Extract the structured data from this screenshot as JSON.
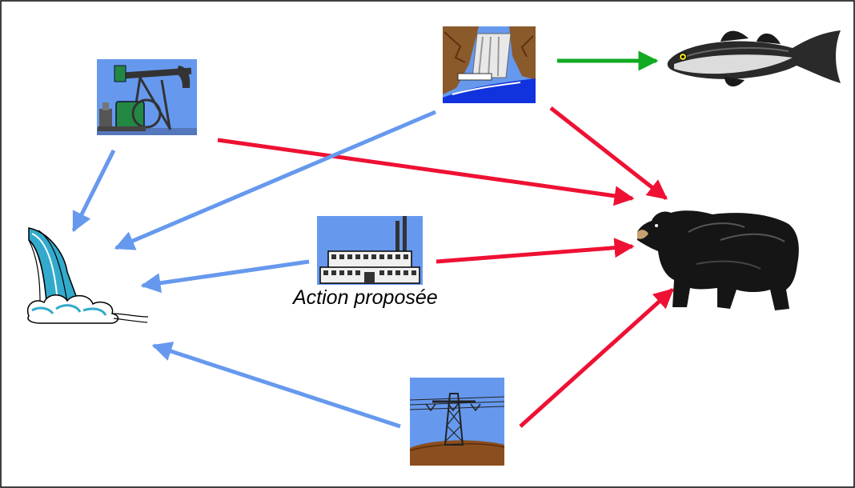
{
  "diagram": {
    "caption": "Action proposée",
    "nodes": [
      {
        "id": "oil-pump",
        "icon": "oil-pumpjack-icon"
      },
      {
        "id": "dam",
        "icon": "hydro-dam-icon"
      },
      {
        "id": "fish",
        "icon": "fish-icon"
      },
      {
        "id": "waterfall",
        "icon": "waterfall-icon"
      },
      {
        "id": "factory",
        "icon": "factory-icon"
      },
      {
        "id": "bear",
        "icon": "bear-icon"
      },
      {
        "id": "power-line",
        "icon": "transmission-tower-icon"
      }
    ],
    "edges": [
      {
        "from": "dam",
        "to": "fish",
        "color": "green"
      },
      {
        "from": "oil-pump",
        "to": "bear",
        "color": "red"
      },
      {
        "from": "dam",
        "to": "bear",
        "color": "red"
      },
      {
        "from": "factory",
        "to": "bear",
        "color": "red"
      },
      {
        "from": "power-line",
        "to": "bear",
        "color": "red"
      },
      {
        "from": "oil-pump",
        "to": "waterfall",
        "color": "blue"
      },
      {
        "from": "dam",
        "to": "waterfall",
        "color": "blue"
      },
      {
        "from": "factory",
        "to": "waterfall",
        "color": "blue"
      },
      {
        "from": "power-line",
        "to": "waterfall",
        "color": "blue"
      }
    ],
    "colors": {
      "red": "#ee1133",
      "blue": "#6699ee",
      "green": "#11aa22",
      "icon_background": "#6699ee",
      "border": "#000000"
    }
  }
}
